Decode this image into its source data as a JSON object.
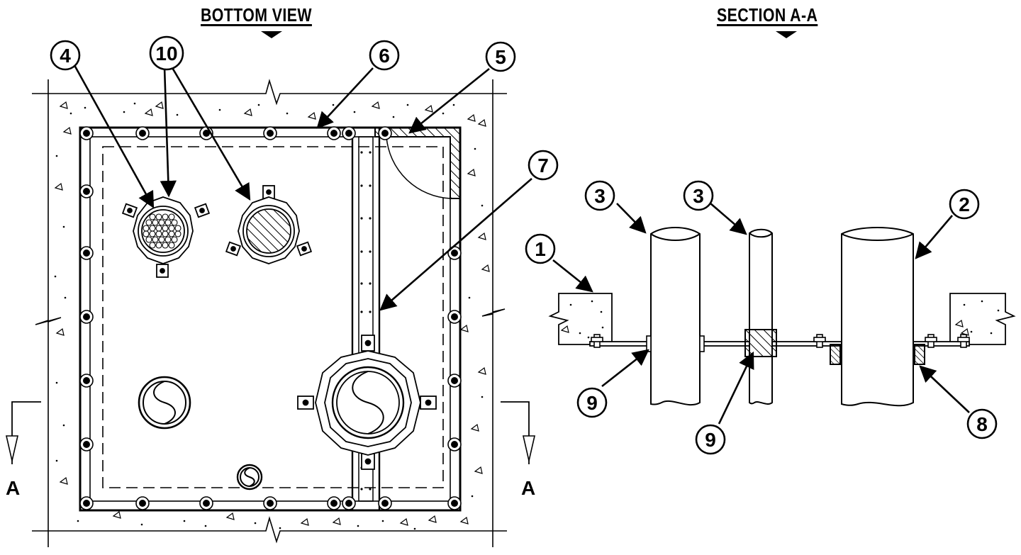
{
  "views": {
    "bottom_title": "BOTTOM VIEW",
    "section_title": "SECTION A-A"
  },
  "section_marks": {
    "left": "A",
    "right": "A"
  },
  "callouts": {
    "bottom": [
      "4",
      "10",
      "6",
      "5",
      "7"
    ],
    "section": [
      "3",
      "3",
      "2",
      "1",
      "9",
      "9",
      "8"
    ]
  }
}
